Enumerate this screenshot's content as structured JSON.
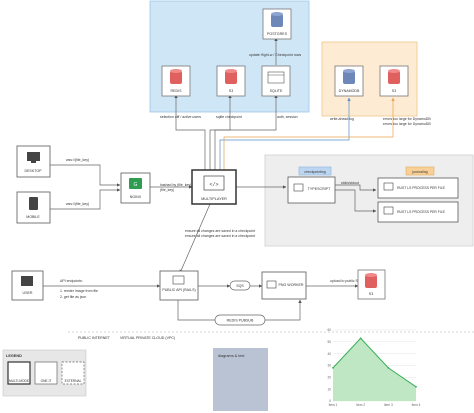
{
  "zones": {
    "vpc_label": "VIRTUAL PRIVATE CLOUD (VPC)",
    "internet_label": "PUBLIC INTERNET"
  },
  "nodes": {
    "postgres": "POSTGRES",
    "redis": "REDIS",
    "s3_a": "S3",
    "sqlite": "SQLITE",
    "dynamodb": "DYNAMODB",
    "s3_b": "S3",
    "desktop": "DESKTOP",
    "mobile": "MOBILE",
    "nginx": "NGINX",
    "multiplayer": "MULTIPLAYER",
    "typescript": "TYPESCRIPT",
    "rust_a": "RUST LS PROCESS PER FILE",
    "rust_b": "RUST LS PROCESS PER FILE",
    "user": "USER",
    "rails": "PUBLIC API (RAILS)",
    "sqs": "SQS",
    "png_worker": "PNG WORKER",
    "redis_pubsub": "REDIS PUBSUB",
    "s3_c": "S3"
  },
  "tags": {
    "checkpointing": "checkpointing",
    "journaling": "journaling"
  },
  "edge_labels": {
    "postgres_update": "update HighLw / Checkpoint rows",
    "selection": "selection diff / active users",
    "sqlite_checkpoint": "sqlite checkpoint",
    "auth_session": "auth, session",
    "write_ahead": "write-ahead log",
    "errors_too_large": "errors too large for DynamoDB",
    "wss_desktop": "wss://(file_key)",
    "wss_mobile": "wss://(file_key)",
    "hashed_by": "hashed by (file_key)",
    "stdio": "stdio/stdout",
    "ensure": "ensure all changes are saved in a checkpoint",
    "api_line1": "API endpoints:",
    "api_line2": "1. render image from file",
    "api_line3": "2. get file as json",
    "upload": "upload to public S3"
  },
  "note_text": "diagrams & text",
  "legend": {
    "title": "LEGEND",
    "items": [
      "MULTI-MODE",
      "ONE-IT",
      "EXTERNAL"
    ]
  },
  "colors": {
    "vpc_zone": "#cfe6f7",
    "storage_zone": "#fdebd3",
    "worker_zone": "#eeeeee",
    "legend_zone": "#e7e7e7",
    "note_fill": "#b9c3d3",
    "redis_red": "#e06060",
    "db_blue": "#6c87b8",
    "node_green": "#2e9c51",
    "tag_checkpoint": "#bcd6f2",
    "tag_journal": "#f8cf96",
    "chart_line": "#3aae59",
    "chart_fill": "#bfe7c4",
    "edge_blue": "#5a8dc7",
    "edge_orange": "#e9a24a"
  },
  "chart_data": {
    "type": "area",
    "categories": [
      "Item 1",
      "Item 2",
      "Item 3",
      "Item 4"
    ],
    "values": [
      28,
      53,
      28,
      12
    ],
    "ylim": [
      0,
      60
    ],
    "yticks": [
      0,
      10,
      20,
      30,
      40,
      50,
      60
    ],
    "xlabel": "",
    "ylabel": "",
    "title": "",
    "grid": true
  }
}
